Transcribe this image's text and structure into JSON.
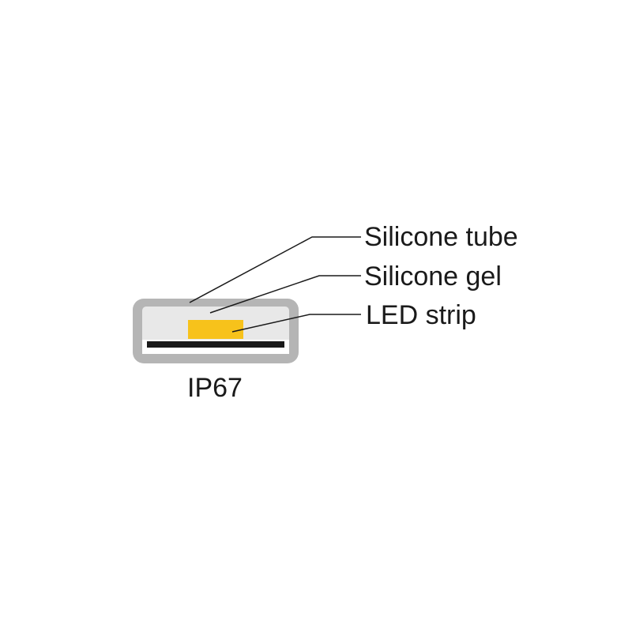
{
  "diagram": {
    "labels": {
      "silicone_tube": "Silicone tube",
      "silicone_gel": "Silicone gel",
      "led_strip": "LED strip"
    },
    "rating": "IP67",
    "colors": {
      "tube": "#b5b5b5",
      "gel": "#e8e8e8",
      "led_chip": "#f7c21b",
      "pcb": "#1a1a1a",
      "lines": "#1a1a1a",
      "background": "#ffffff"
    }
  }
}
